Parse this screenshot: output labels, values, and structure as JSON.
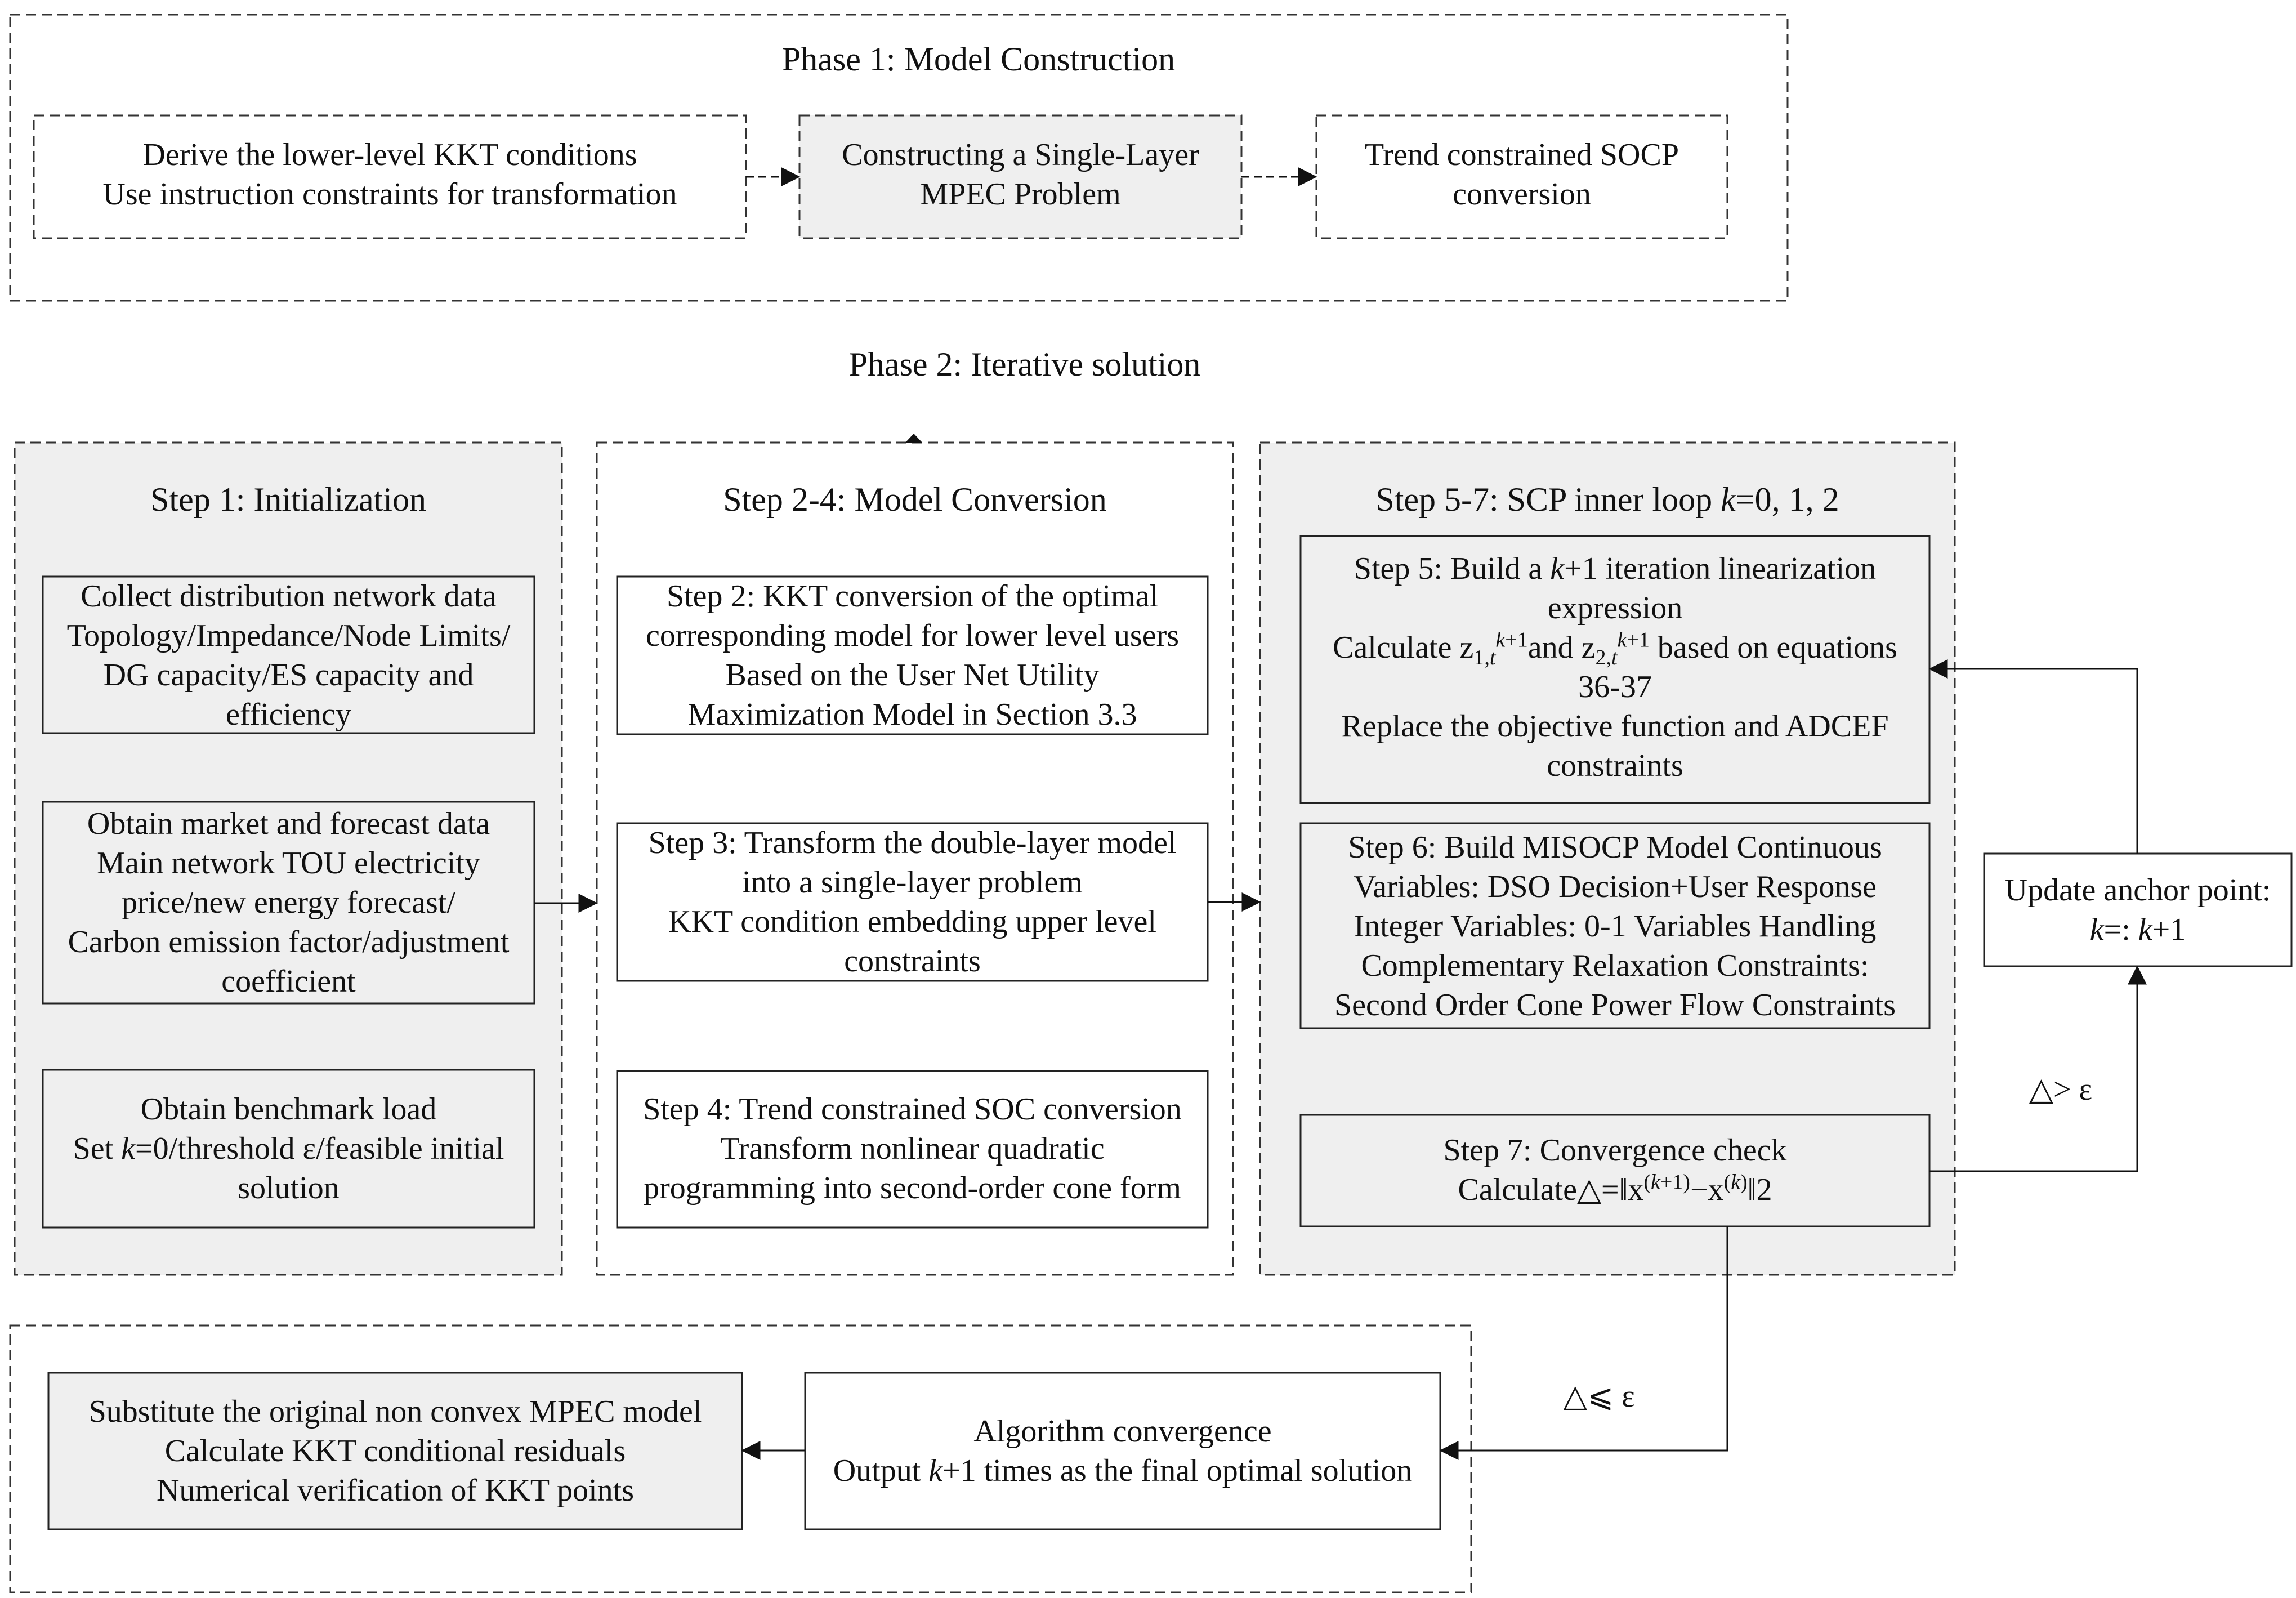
{
  "phase1": {
    "title": "Phase 1: Model Construction",
    "box1": [
      "Derive the lower-level KKT conditions",
      "Use instruction constraints for transformation"
    ],
    "box2": [
      "Constructing a Single-Layer",
      "MPEC Problem"
    ],
    "box3": [
      "Trend constrained SOCP",
      "conversion"
    ]
  },
  "phase2": {
    "title": "Phase 2: Iterative solution",
    "step1": {
      "title": "Step 1: Initialization",
      "box_a": [
        "Collect distribution network data",
        "Topology/Impedance/Node Limits/",
        "DG capacity/ES capacity and",
        "efficiency"
      ],
      "box_b": [
        "Obtain market and forecast data",
        "Main network TOU electricity",
        "price/new energy forecast/",
        "Carbon emission factor/adjustment",
        "coefficient"
      ],
      "box_c_l1": "Obtain benchmark load",
      "box_c_l2_pre": "Set ",
      "box_c_l2_k": "k",
      "box_c_l2_post": "=0/threshold ε/feasible initial",
      "box_c_l3": "solution"
    },
    "step2_4": {
      "title": "Step 2-4: Model Conversion",
      "box_a": [
        "Step 2: KKT conversion of the optimal",
        "corresponding model for lower level users",
        "Based on the User Net Utility",
        "Maximization Model in Section 3.3"
      ],
      "box_b": [
        "Step 3: Transform the double-layer model",
        "into a single-layer problem",
        "KKT condition embedding upper level",
        "constraints"
      ],
      "box_c": [
        "Step 4: Trend constrained SOC conversion",
        "Transform nonlinear quadratic",
        "programming into second-order cone form"
      ]
    },
    "step5_7": {
      "title_pre": "Step 5-7: SCP inner loop ",
      "title_k": "k",
      "title_post": "=0, 1, 2",
      "step5_l1_pre": "Step 5: Build a ",
      "step5_l1_k": "k",
      "step5_l1_post": "+1 iteration linearization",
      "step5_l2": "expression",
      "step5_l3_a": "Calculate z",
      "step5_l3_sub1": "1,",
      "step5_l3_sub1_t": "t",
      "step5_l3_sup1_k": "k",
      "step5_l3_sup1": "+1",
      "step5_l3_b": "and z",
      "step5_l3_sub2": "2,",
      "step5_l3_sub2_t": "t",
      "step5_l3_sup2_k": "k",
      "step5_l3_sup2": "+1",
      "step5_l3_c": " based on equations",
      "step5_l4": "36-37",
      "step5_l5": "Replace the objective function and ADCEF",
      "step5_l6": "constraints",
      "step6": [
        "Step 6: Build MISOCP Model Continuous",
        "Variables: DSO Decision+User Response",
        "Integer Variables: 0-1 Variables Handling",
        "Complementary Relaxation Constraints:",
        "Second Order Cone Power Flow Constraints"
      ],
      "step7_l1": "Step 7: Convergence check",
      "step7_l2_a": "Calculate△=‖x",
      "step7_l2_sup1_paren_open": "(",
      "step7_l2_sup1_k": "k",
      "step7_l2_sup1_rest": "+1)",
      "step7_l2_b": "−x",
      "step7_l2_sup2_open": "(",
      "step7_l2_sup2_k": "k",
      "step7_l2_sup2_close": ")",
      "step7_l2_c": "‖2"
    },
    "update": {
      "l1": "Update anchor point:",
      "l2_k": "k",
      "l2_mid": "=: ",
      "l2_k2": "k",
      "l2_post": "+1"
    },
    "cond_gt": "△> ε",
    "cond_le": "△⩽ ε"
  },
  "output": {
    "algo_l1": "Algorithm convergence",
    "algo_l2_pre": "Output ",
    "algo_l2_k": "k",
    "algo_l2_post": "+1 times as the final optimal solution",
    "verify": [
      "Substitute the original non convex MPEC model",
      "Calculate KKT conditional residuals",
      "Numerical verification of KKT points"
    ]
  },
  "colors": {
    "shaded_fill": "#efefef",
    "line": "#333333",
    "background": "#ffffff"
  }
}
